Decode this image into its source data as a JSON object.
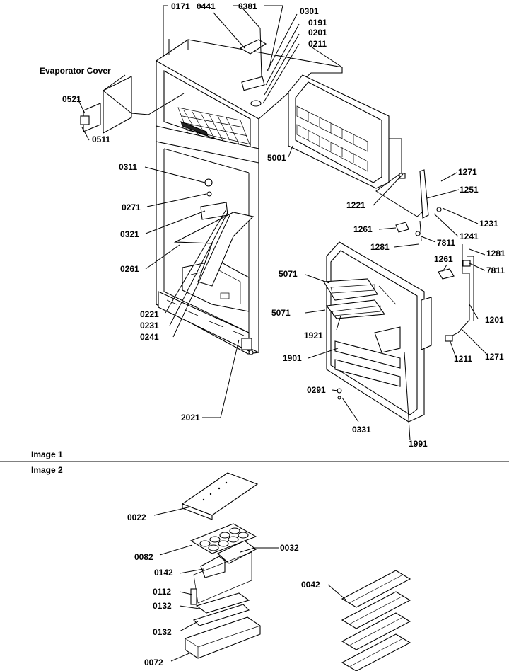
{
  "sections": [
    {
      "label": "Image 1"
    },
    {
      "label": "Image 2"
    }
  ],
  "image1": {
    "callouts": {
      "evaporator_cover": "Evaporator Cover",
      "p0171": "0171",
      "p0441": "0441",
      "p0381": "0381",
      "p0301": "0301",
      "p0191": "0191",
      "p0201": "0201",
      "p0211": "0211",
      "p0521": "0521",
      "p0511": "0511",
      "p5001": "5001",
      "p0311": "0311",
      "p0271": "0271",
      "p0321": "0321",
      "p0261": "0261",
      "p0221": "0221",
      "p0231": "0231",
      "p0241": "0241",
      "p2021": "2021",
      "p1271a": "1271",
      "p1251": "1251",
      "p1221": "1221",
      "p1231": "1231",
      "p1241": "1241",
      "p1261a": "1261",
      "p7811a": "7811",
      "p1281a": "1281",
      "p1281b": "1281",
      "p1261b": "1261",
      "p7811b": "7811",
      "p5071a": "5071",
      "p5071b": "5071",
      "p1201": "1201",
      "p1921": "1921",
      "p1901": "1901",
      "p1271b": "1271",
      "p1211": "1211",
      "p0291": "0291",
      "p0331": "0331",
      "p1991": "1991"
    }
  },
  "image2": {
    "callouts": {
      "p0022": "0022",
      "p0032": "0032",
      "p0082": "0082",
      "p0142": "0142",
      "p0112": "0112",
      "p0132a": "0132",
      "p0132b": "0132",
      "p0072": "0072",
      "p0042": "0042"
    }
  }
}
